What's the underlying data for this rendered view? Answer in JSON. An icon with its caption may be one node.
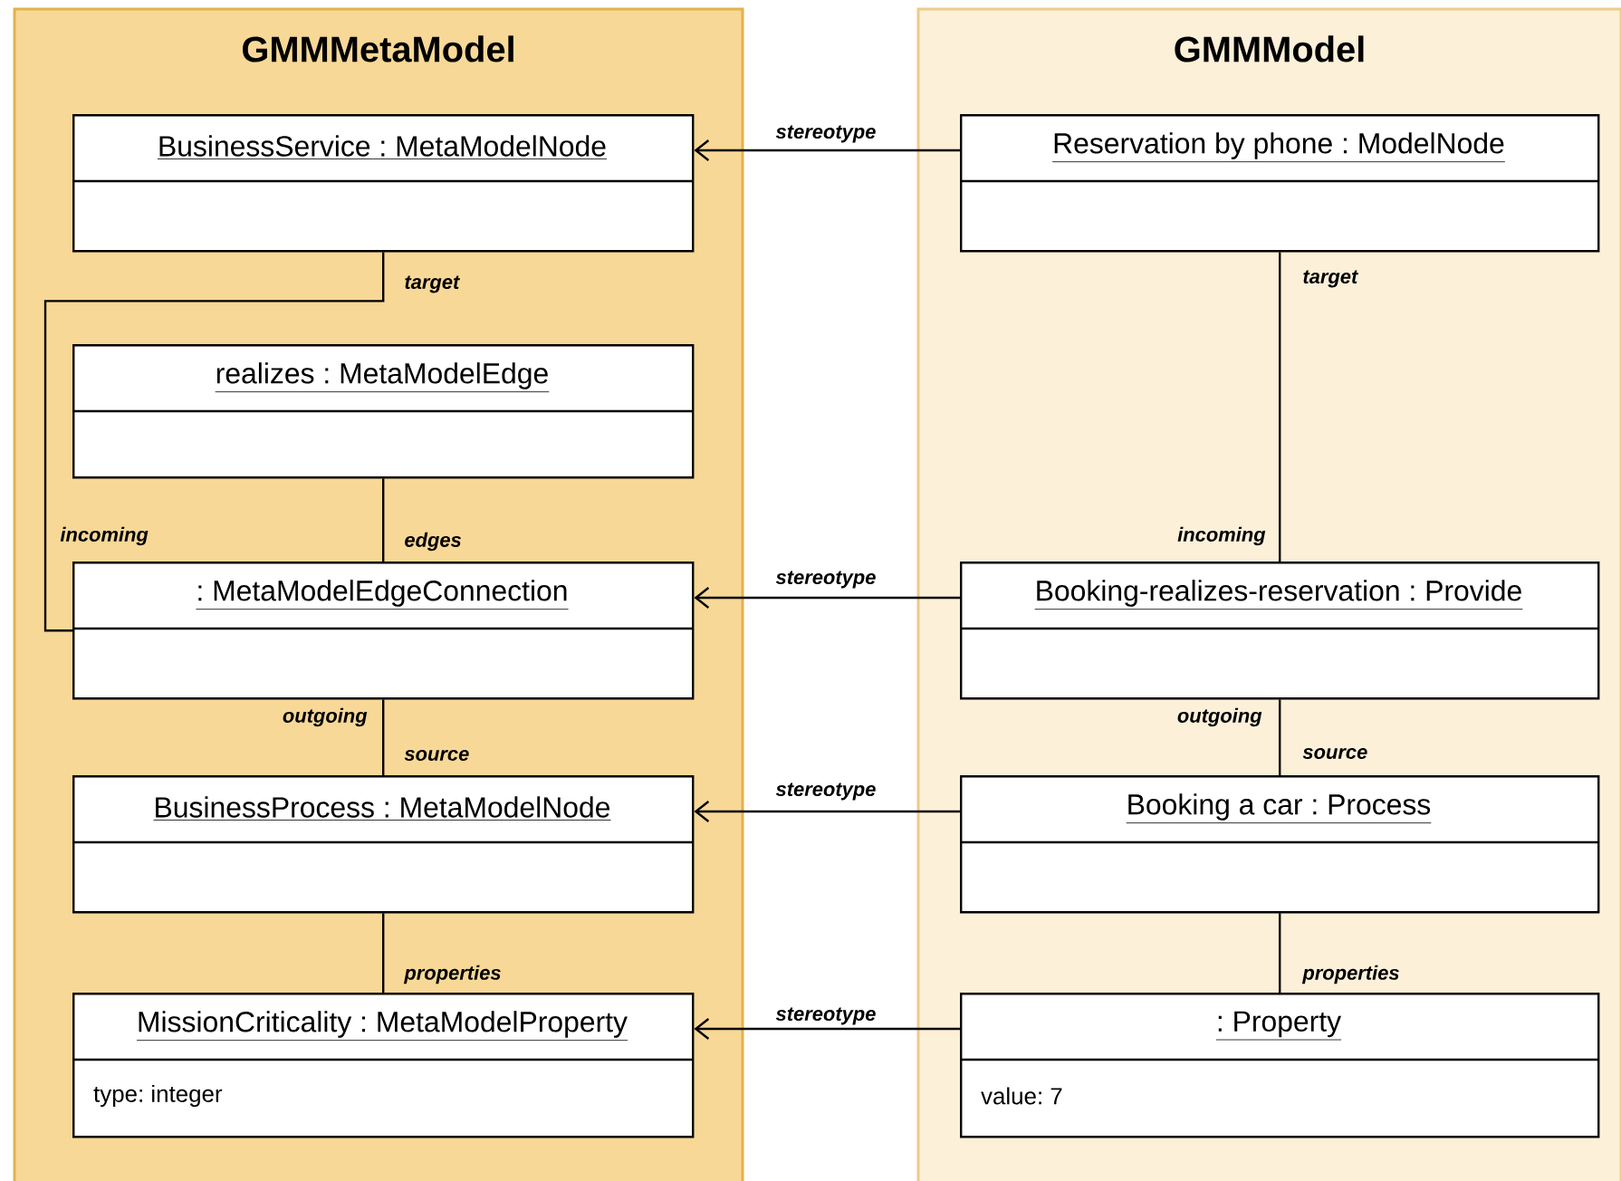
{
  "diagram": {
    "nodes": [
      {
        "text": [
          "GMMMetaModel"
        ]
      },
      {
        "text": [
          "BusinessService : MetaModelNode"
        ],
        "in": 0
      },
      {
        "text": [
          "realizes : MetaModelEdge"
        ],
        "in": 0
      },
      {
        "text": [
          ": MetaModelEdgeConnection"
        ],
        "in": 0
      },
      {
        "text": [
          "BusinessProcess : MetaModelNode"
        ],
        "in": 0
      },
      {
        "text": [
          "MissionCriticality : MetaModelProperty",
          "type: integer"
        ],
        "in": 0
      },
      {
        "text": [
          "GMMModel"
        ]
      },
      {
        "text": [
          "Reservation by phone : ModelNode"
        ],
        "in": 6
      },
      {
        "text": [
          "Booking-realizes-reservation : Provide"
        ],
        "in": 6
      },
      {
        "text": [
          "Booking a car : Process"
        ],
        "in": 6
      },
      {
        "text": [
          ": Property",
          "value: 7"
        ],
        "in": 6
      }
    ],
    "edges": [
      {
        "from": 1,
        "to": 3,
        "arrow": "none",
        "label": "target"
      },
      {
        "from": 2,
        "to": 3,
        "arrow": "none",
        "label": "edges"
      },
      {
        "from": 3,
        "to": 4,
        "arrow": "none",
        "label": "source"
      },
      {
        "from": 4,
        "to": 5,
        "arrow": "none",
        "label": "properties"
      },
      {
        "from": 7,
        "to": 8,
        "arrow": "none",
        "label": "target"
      },
      {
        "from": 8,
        "to": 9,
        "arrow": "none",
        "label": "source"
      },
      {
        "from": 9,
        "to": 10,
        "arrow": "none",
        "label": "properties"
      },
      {
        "from": 7,
        "to": 1,
        "arrow": "to",
        "label": "stereotype"
      },
      {
        "from": 8,
        "to": 3,
        "arrow": "to",
        "label": "stereotype"
      },
      {
        "from": 9,
        "to": 4,
        "arrow": "to",
        "label": "stereotype"
      },
      {
        "from": 10,
        "to": 5,
        "arrow": "to",
        "label": "stereotype"
      }
    ],
    "labels": [
      "incoming",
      "outgoing",
      "incoming",
      "outgoing"
    ]
  }
}
